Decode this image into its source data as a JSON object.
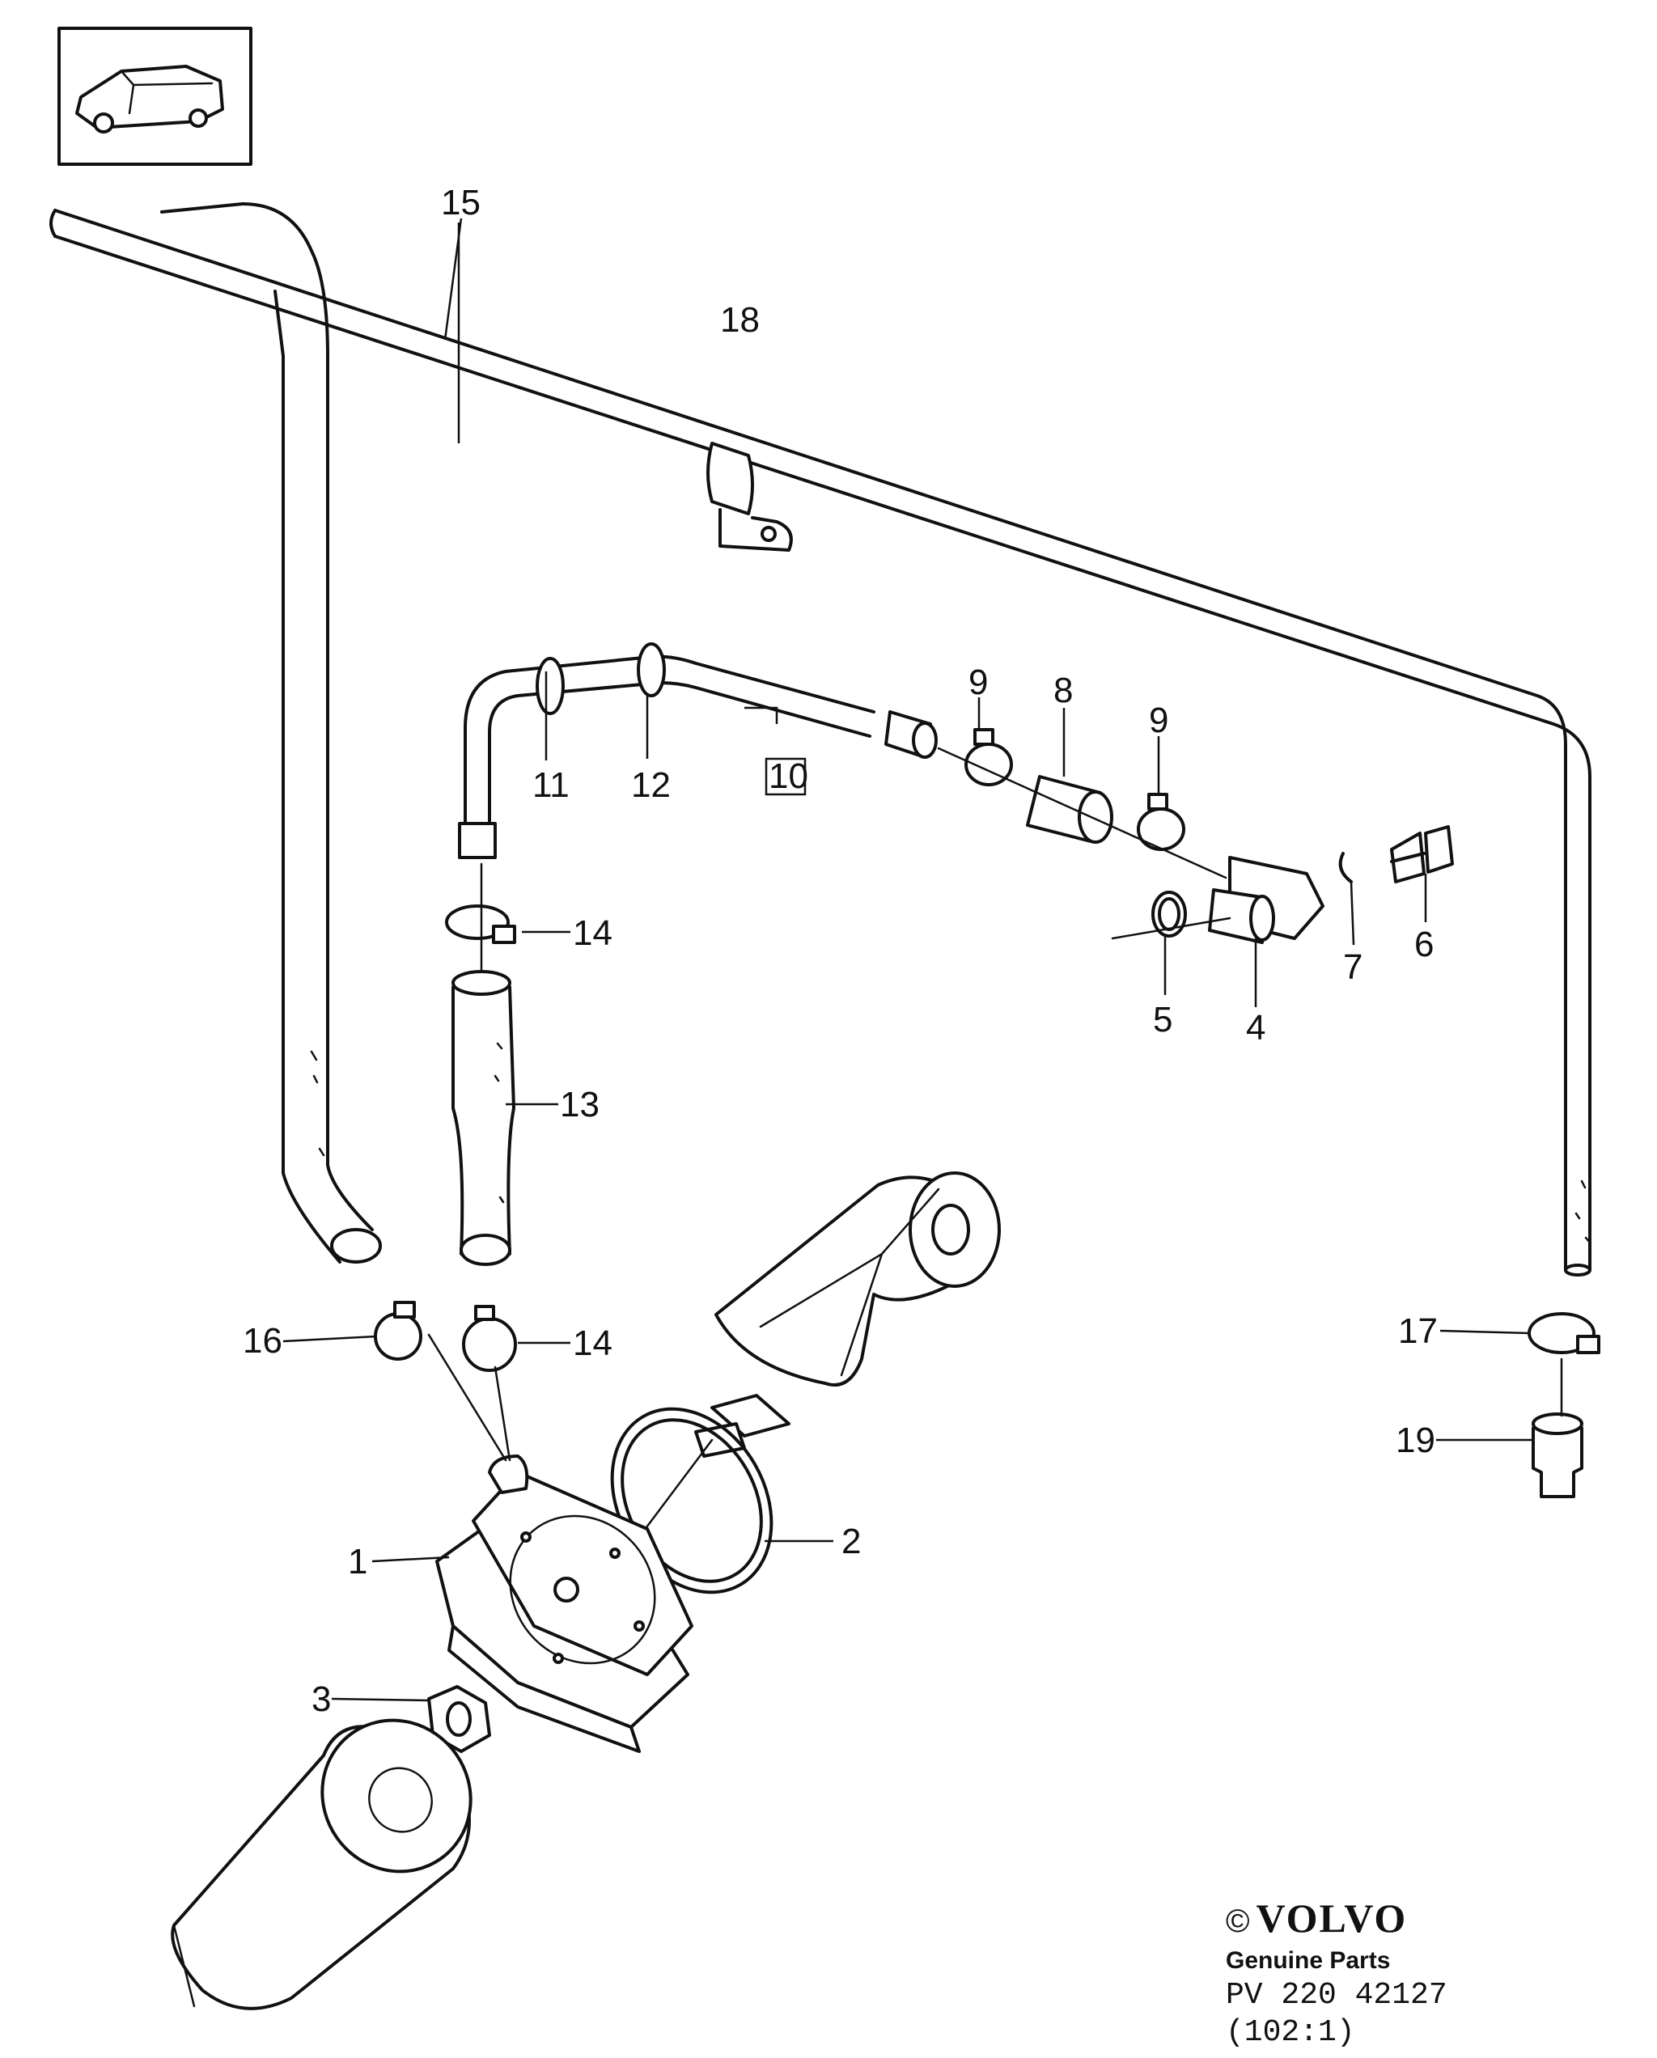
{
  "callouts": {
    "c1": "1",
    "c2": "2",
    "c3": "3",
    "c4": "4",
    "c5": "5",
    "c6": "6",
    "c7": "7",
    "c8": "8",
    "c9a": "9",
    "c9b": "9",
    "c10": "10",
    "c11": "11",
    "c12": "12",
    "c13": "13",
    "c14a": "14",
    "c14b": "14",
    "c15": "15",
    "c16": "16",
    "c17": "17",
    "c18": "18",
    "c19": "19"
  },
  "brand": {
    "copyright": "©",
    "logo": "VOLVO",
    "subtitle": "Genuine Parts",
    "code": "PV 220 42127",
    "scale": "(102:1)"
  },
  "icons": [
    "car-thumbnail-icon"
  ]
}
